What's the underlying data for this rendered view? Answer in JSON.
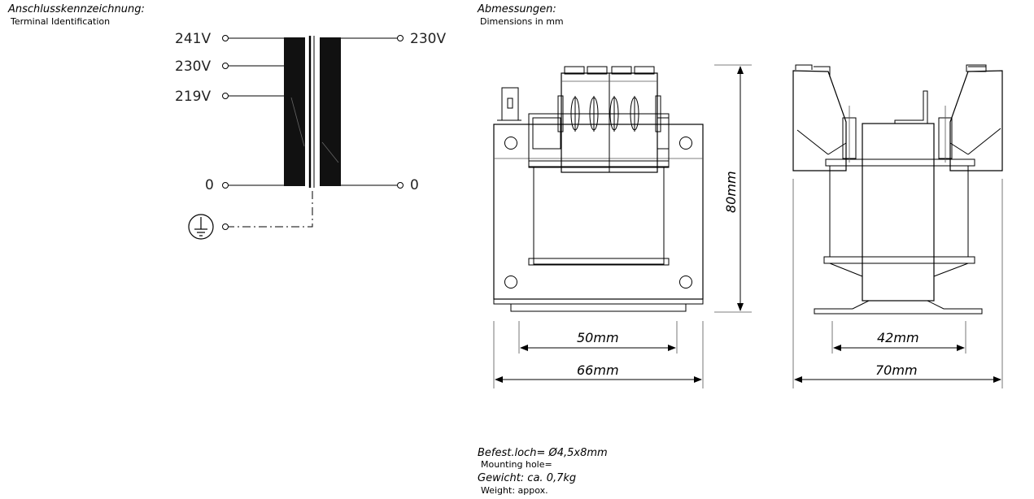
{
  "terminal": {
    "title": "Anschlusskennzeichnung:",
    "subtitle": "Terminal Identification",
    "primary": [
      "241V",
      "230V",
      "219V",
      "0"
    ],
    "secondary": [
      "230V",
      "0"
    ]
  },
  "dimensions": {
    "title": "Abmessungen:",
    "subtitle": "Dimensions in mm",
    "height": "80mm",
    "front_inner": "50mm",
    "front_outer": "66mm",
    "side_inner": "42mm",
    "side_outer": "70mm"
  },
  "notes": {
    "mount_de": "Befest.loch= Ø4,5x8mm",
    "mount_en": "Mounting hole=",
    "weight_de": "Gewicht: ca. 0,7kg",
    "weight_en": "Weight: appox."
  }
}
